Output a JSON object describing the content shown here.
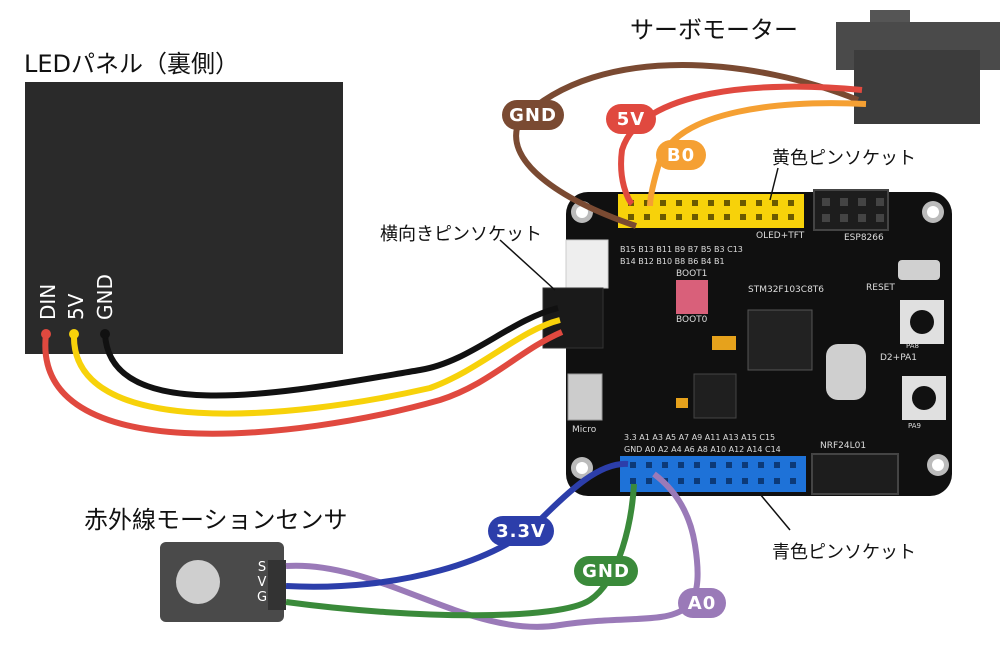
{
  "labels": {
    "led_panel": "LEDパネル（裏側）",
    "servo": "サーボモーター",
    "yellow_socket": "黄色ピンソケット",
    "horizontal_socket": "横向きピンソケット",
    "pir_sensor": "赤外線モーションセンサ",
    "blue_socket": "青色ピンソケット"
  },
  "led_pins": [
    "DIN",
    "5V",
    "GND"
  ],
  "sensor_pins": [
    "S",
    "V",
    "G"
  ],
  "wire_tags": {
    "servo_gnd": "GND",
    "servo_5v": "5V",
    "servo_b0": "B0",
    "sensor_3v3": "3.3V",
    "sensor_gnd": "GND",
    "sensor_a0": "A0"
  },
  "board": {
    "reset": "RESET",
    "boot0": "BOOT0",
    "boot1": "BOOT1",
    "chip": "STM32F103C8T6",
    "micro": "Micro",
    "oled": "OLED+TFT",
    "nrf": "NRF24L01",
    "esp": "ESP8266",
    "d2": "D2+PA1",
    "pa8": "PA8",
    "pa9": "PA9",
    "top_pins": "B15 B13 B11 B9 B7 B5 B3 C13",
    "top_pins2": "B14 B12 B10 B8 B6 B4 B1",
    "bottom_pins1": "3.3 A1 A3 A5 A7 A9 A11 A13 A15 C15",
    "bottom_pins2": "GND A0 A2 A4 A6 A8 A10 A12 A14 C14"
  },
  "colors": {
    "gnd_brown": "#7a4a32",
    "red": "#e0493f",
    "orange": "#f5a033",
    "blue": "#2c3eaa",
    "green": "#3a8a3a",
    "purple": "#9a7ab8",
    "yellow": "#f7d20a",
    "black": "#111111"
  }
}
